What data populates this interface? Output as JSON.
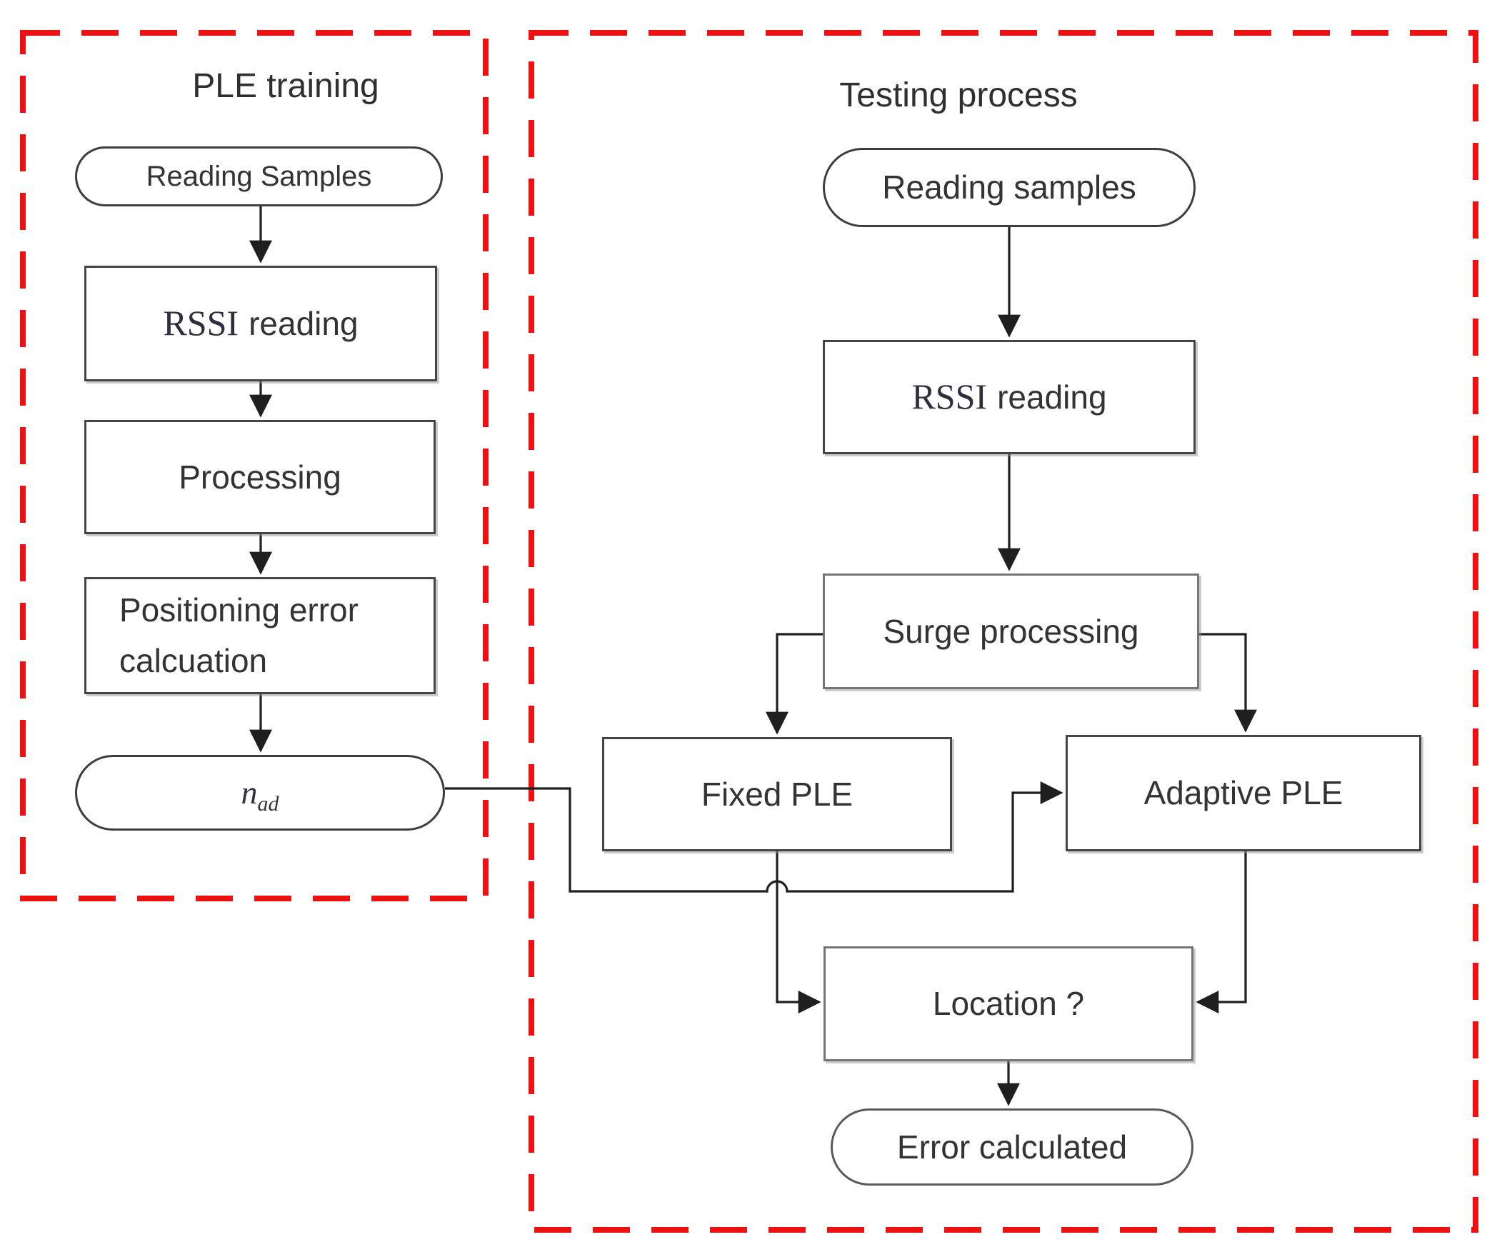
{
  "diagram": {
    "left_panel": {
      "title": "PLE training",
      "nodes": {
        "reading_samples": "Reading Samples",
        "rssi_prefix": "RSSI",
        "rssi_suffix": "reading",
        "processing": "Processing",
        "positioning_error_line1": "Positioning error",
        "positioning_error_line2": "calcuation",
        "n_symbol": "n",
        "n_subscript": "ad"
      }
    },
    "right_panel": {
      "title": "Testing process",
      "nodes": {
        "reading_samples": "Reading samples",
        "rssi_prefix": "RSSI",
        "rssi_suffix": "reading",
        "surge_processing": "Surge processing",
        "fixed_ple": "Fixed PLE",
        "adaptive_ple": "Adaptive PLE",
        "location": "Location ?",
        "error_calculated": "Error calculated"
      }
    },
    "colors": {
      "dashed_border": "#ee1111",
      "shape_border": "#454545",
      "muted_border": "#757575",
      "connector": "#1f1f1f",
      "text": "#333333",
      "rssi_color": "#2e2e3e",
      "background": "#ffffff"
    }
  }
}
